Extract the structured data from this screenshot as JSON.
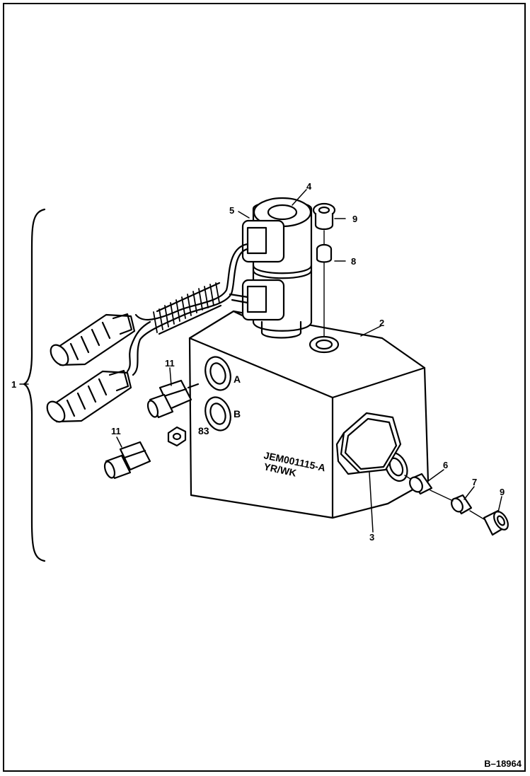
{
  "figure_id": "B–18964",
  "callouts": {
    "c1": "1",
    "c2": "2",
    "c3": "3",
    "c4": "4",
    "c5": "5",
    "c6": "6",
    "c7": "7",
    "c8": "8",
    "c9a": "9",
    "c9b": "9",
    "c11a": "11",
    "c11b": "11"
  },
  "block_markings": {
    "port_a": "A",
    "port_b": "B",
    "part_number": "JEM001115-A",
    "code": "YR/WK",
    "side_code": "83"
  }
}
